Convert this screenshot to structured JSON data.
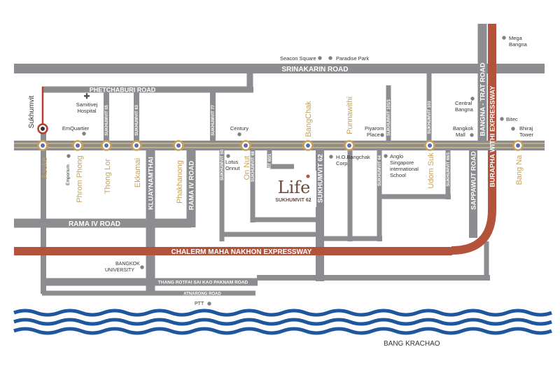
{
  "colors": {
    "road": "#8c8d90",
    "expressway": "#b3533c",
    "bts_line": "#c8a15a",
    "station_ring": "#c8a15a",
    "station_fill": "#5c6fa8",
    "river": "#1e56a0",
    "red_line": "#b3402e",
    "poi_dot": "#808080",
    "label_gold": "#c8a15a"
  },
  "roads": {
    "srinakarin": "SRINAKARIN ROAD",
    "phetchaburi": "PHETCHABURI ROAD",
    "rama4_road": "RAMA IV ROAD",
    "chalerm": "CHALERM MAHA NAKHON EXPRESSWAY",
    "thang_rotfai": "THANG ROTFAI SAI KAO PAKNAM ROAD",
    "atnarong": "ATNARONG ROAD",
    "kluaynamthai": "KLUAYNAMTHAI",
    "rama4_vertical": "RAMA IV ROAD",
    "sukhumvit62": "SUKHUMVIT 62",
    "sappawut": "SAPPAWUT ROAD",
    "bangna_trat": "BANGNA - TRAT ROAD",
    "burapha": "BURAPHA WITHI EXPRESSWAY"
  },
  "sois": {
    "s55": "SUKHUMVIT 55",
    "s63": "SUKHUMVIT 63",
    "s77": "SUKHUMVIT 77",
    "s50": "SUKHUMVIT 50",
    "s60": "SUKHUMVIT 60/1",
    "s101": "SUKHUMVIT 101/1",
    "s103": "SUKHUMVIT 103",
    "s64": "SUKHUMVIT 64",
    "s661": "SUKHUMVIT 66/1",
    "s68": "SUKHUMVIT 68"
  },
  "stations": {
    "sukhumvit": "Sukhumvit",
    "asoke": "Asoke",
    "phrom_phong": "Phrom Phong",
    "thong_lor": "Thong Lor",
    "ekkamai": "Ekkamai",
    "phakhanong": "Phakhanong",
    "on_nut": "On Nut",
    "bangchak": "BangChak",
    "punnawithi": "Punnawithi",
    "udom_suk": "Udom Suk",
    "bang_na": "Bang Na"
  },
  "pois": {
    "seacon": "Seacon Square",
    "paradise": "Paradise Park",
    "mega_bangna_1": "Mega",
    "mega_bangna_2": "Bangna",
    "samitivej_1": "Samitivej",
    "samitivej_2": "Hospital",
    "emquartier": "EmQuartier",
    "emporium": "Emporium",
    "century": "Century",
    "lotus_1": "Lotus",
    "lotus_2": "Onnut",
    "hobangchak_1": "H.O.Bangchak",
    "hobangchak_2": "Corp.",
    "piyarom_1": "Piyarom",
    "piyarom_2": "Place",
    "anglo_1": "Anglo",
    "anglo_2": "Singapore",
    "anglo_3": "international",
    "anglo_4": "School",
    "central_1": "Central",
    "central_2": "Bangna",
    "bangkok_mall_1": "Bangkok",
    "bangkok_mall_2": "Mall",
    "bitec": "Bitec",
    "bhiraj_1": "Bhiraj",
    "bhiraj_2": "Tower",
    "bu_1": "BANGKOK",
    "bu_2": "UNIVERSITY",
    "ptt": "PTT"
  },
  "logo": {
    "word": "Life",
    "sub": "SUKHUMVIT 62"
  },
  "river_label": "BANG KRACHAO"
}
